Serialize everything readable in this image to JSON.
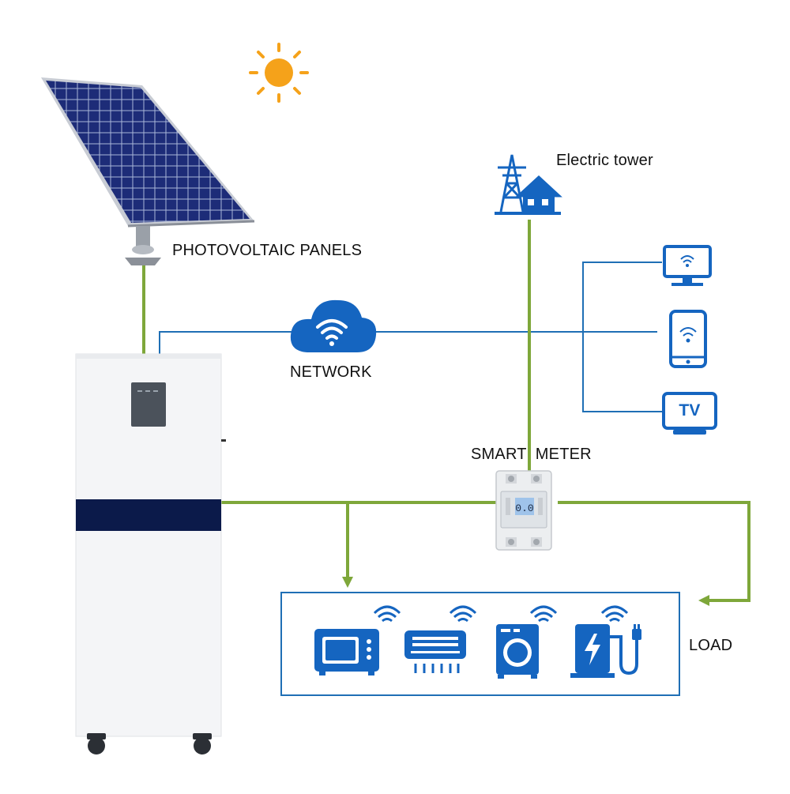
{
  "labels": {
    "photovoltaic_panels": "PHOTOVOLTAIC PANELS",
    "electric_tower": "Electric tower",
    "network": "NETWORK",
    "smart_meter": "SMART  METER",
    "load": "LOAD",
    "tv": "TV",
    "meter_display": "0.0"
  },
  "colors": {
    "power_line": "#7ea73a",
    "network_line": "#1f6fb5",
    "icon_blue": "#1565c0",
    "sun": "#f5a21a",
    "battery_stripe": "#0b1a4a",
    "panel_cell": "#1d2c78"
  },
  "icons": {
    "sun": "sun-icon",
    "solar_panel": "solar-panel-icon",
    "tower": "electric-tower-icon",
    "cloud": "wifi-cloud-icon",
    "monitor": "monitor-icon",
    "phone": "smartphone-icon",
    "tv": "tv-icon",
    "microwave": "microwave-icon",
    "air_conditioner": "air-conditioner-icon",
    "washer": "washing-machine-icon",
    "ev_charger": "ev-charger-icon",
    "battery": "battery-storage-icon",
    "meter": "smart-meter-icon"
  }
}
